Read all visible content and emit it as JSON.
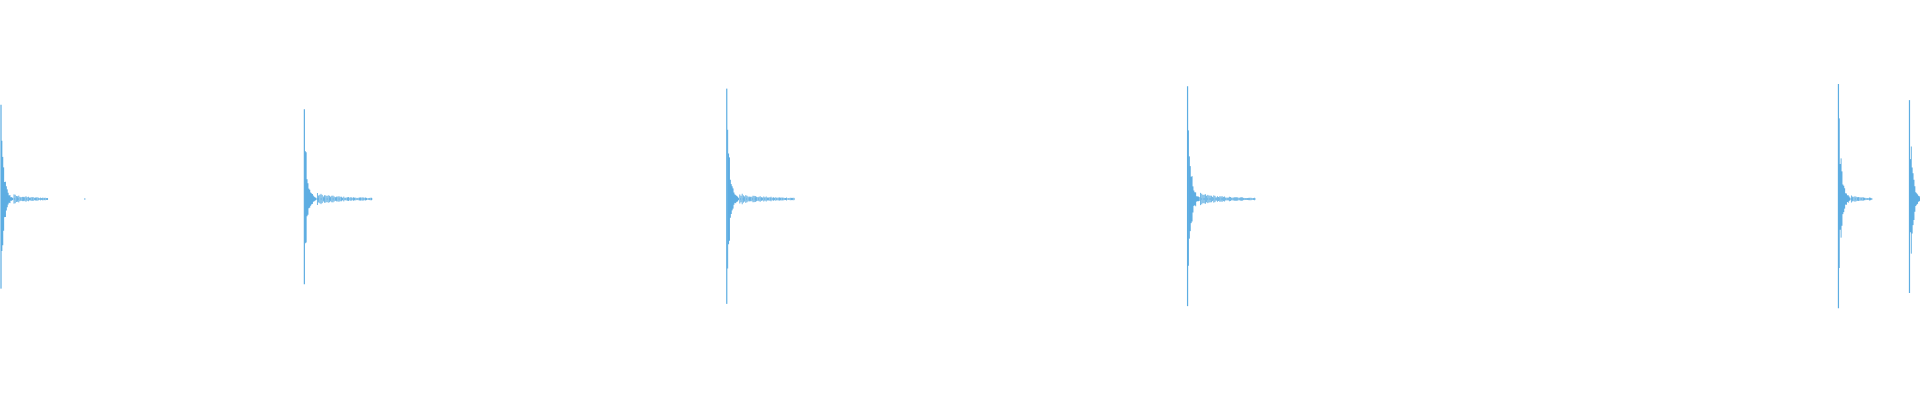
{
  "waveform": {
    "color": "#5dade2",
    "baseline_color": "#5dade2",
    "amplitude_scale": [
      -1,
      1
    ],
    "transients": [
      {
        "time": 0.0,
        "peak": 0.82,
        "tail": 0.025
      },
      {
        "time": 0.158,
        "peak": 0.78,
        "tail": 0.036
      },
      {
        "time": 0.378,
        "peak": 0.96,
        "tail": 0.036
      },
      {
        "time": 0.618,
        "peak": 0.98,
        "tail": 0.036
      },
      {
        "time": 0.957,
        "peak": 1.0,
        "tail": 0.018
      },
      {
        "time": 0.994,
        "peak": 0.86,
        "tail": 0.006
      }
    ],
    "duration": 1.0
  }
}
